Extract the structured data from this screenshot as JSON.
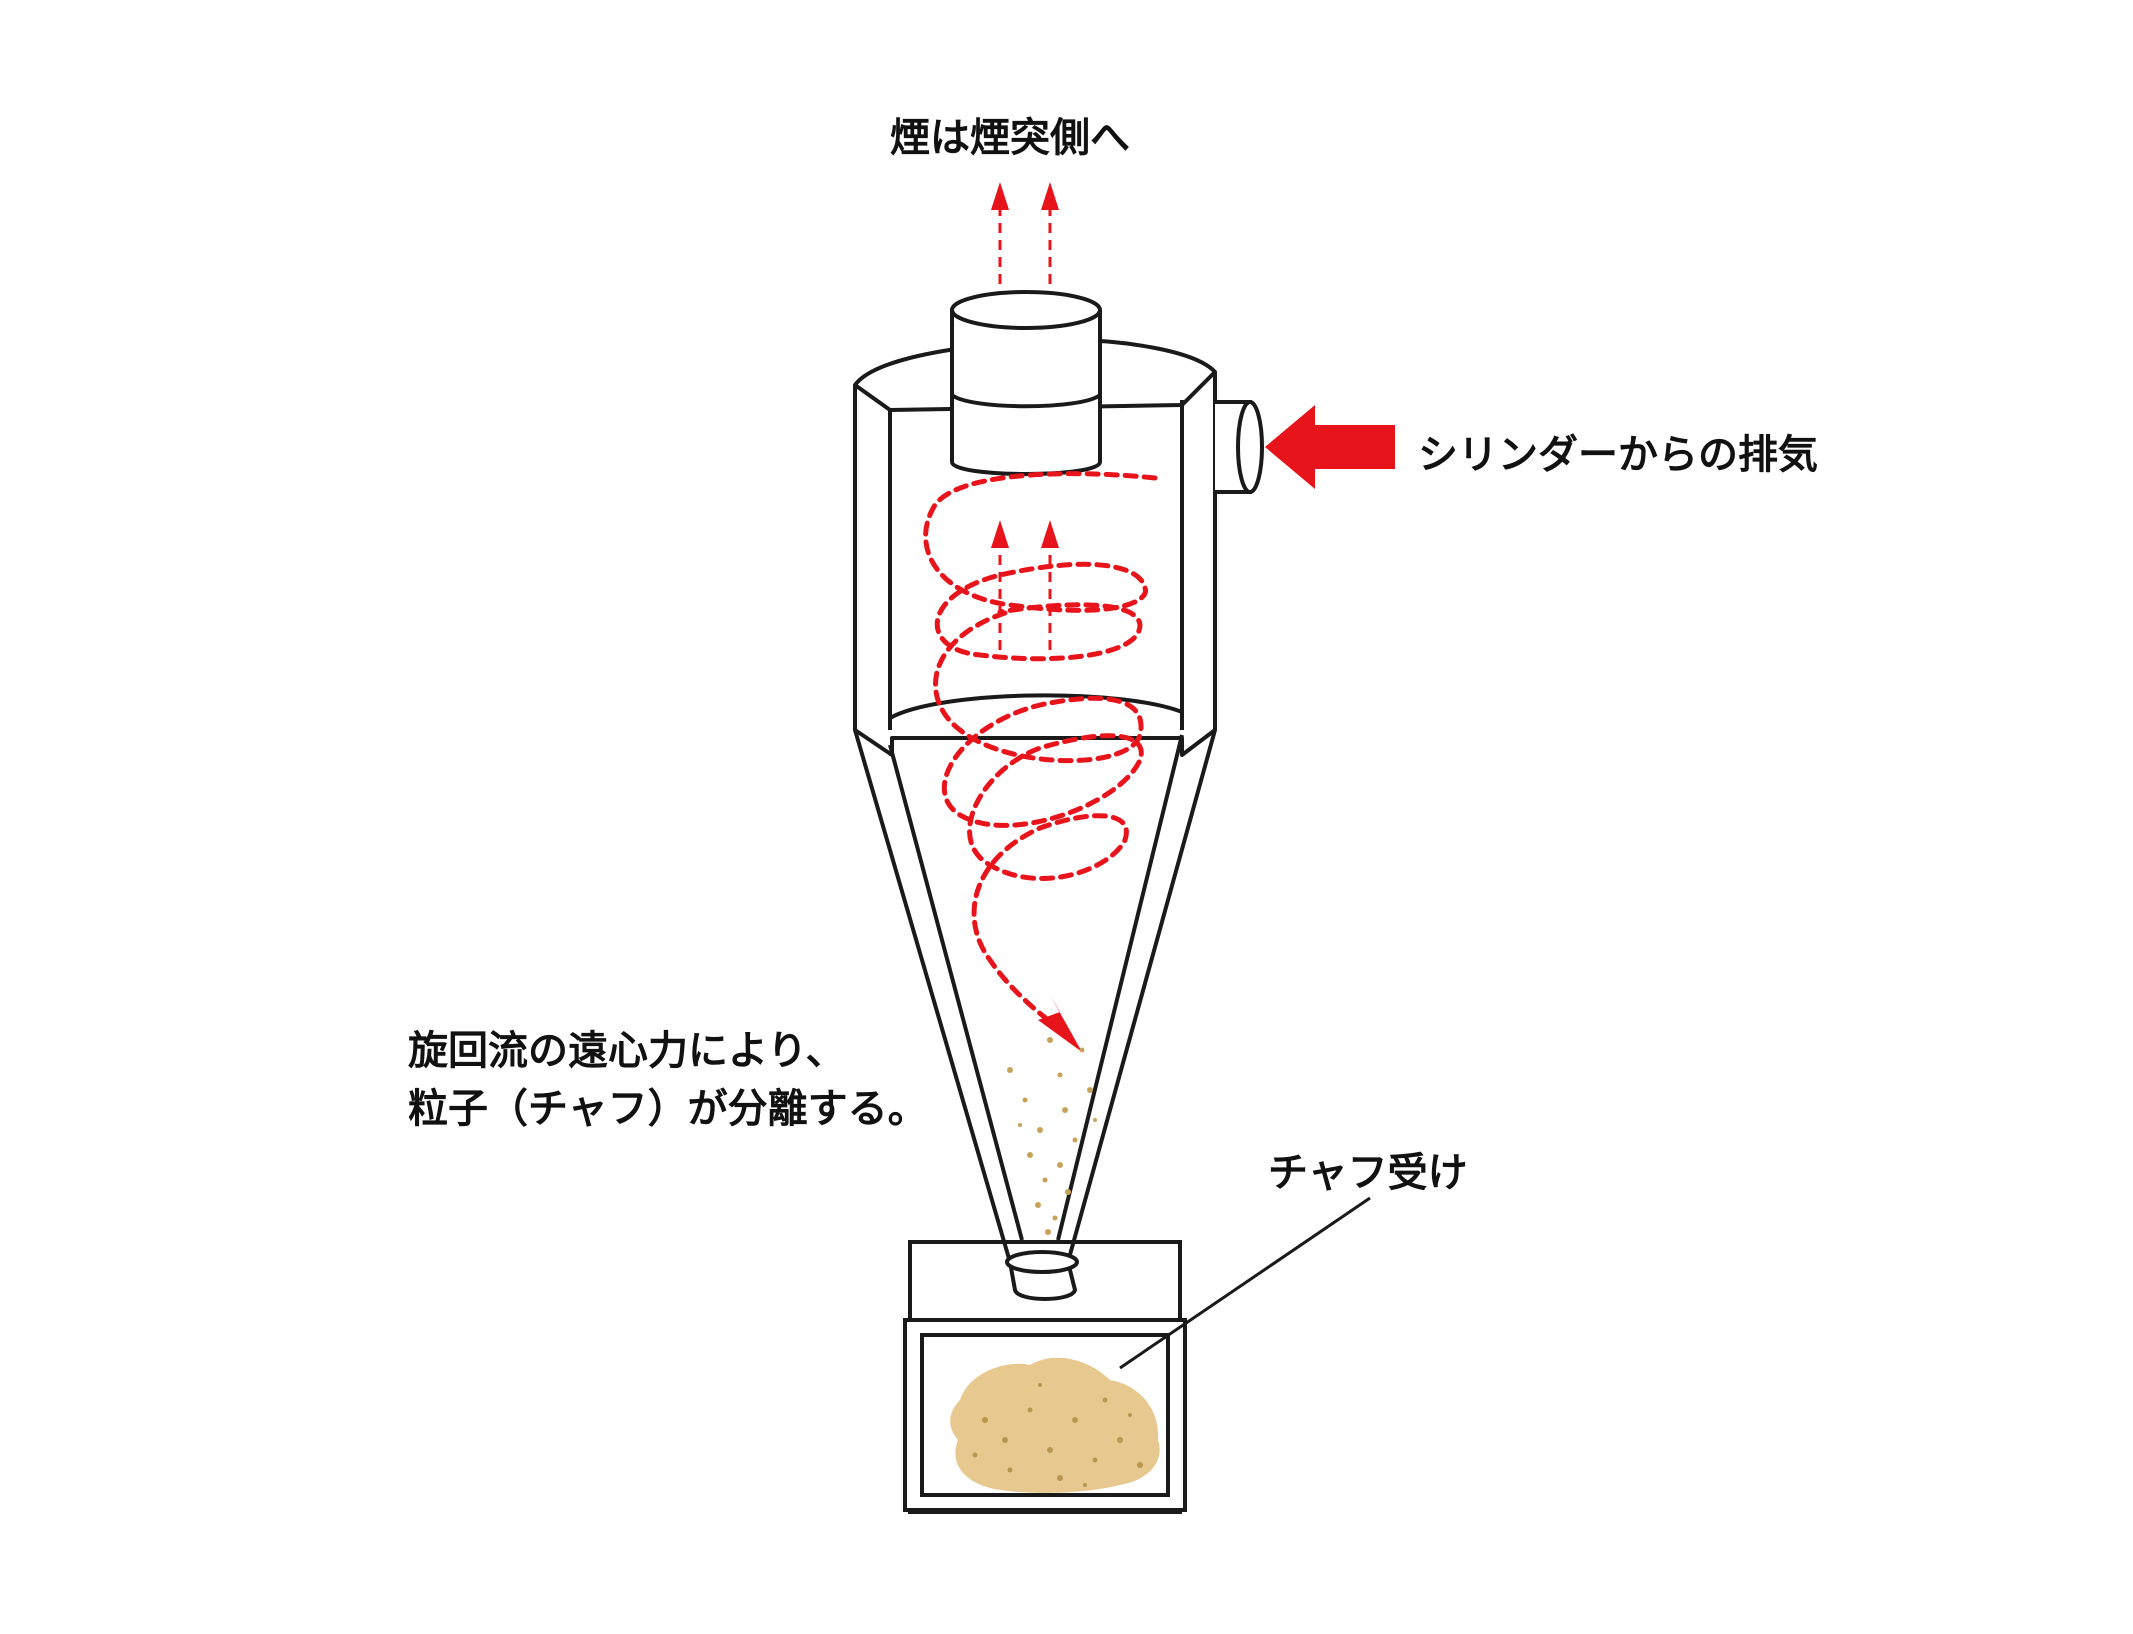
{
  "labels": {
    "smoke_to_chimney": "煙は煙突側へ",
    "exhaust_from_cylinder": "シリンダーからの排気",
    "separation_line1": "旋回流の遠心力により、",
    "separation_line2": "粒子（チャフ）が分離する。",
    "chaff_receiver": "チャフ受け"
  },
  "colors": {
    "outline": "#1a1a1a",
    "flow_arrow": "#e8141b",
    "chaff": "#e7c98f",
    "chaff_dots": "#b8964e"
  }
}
